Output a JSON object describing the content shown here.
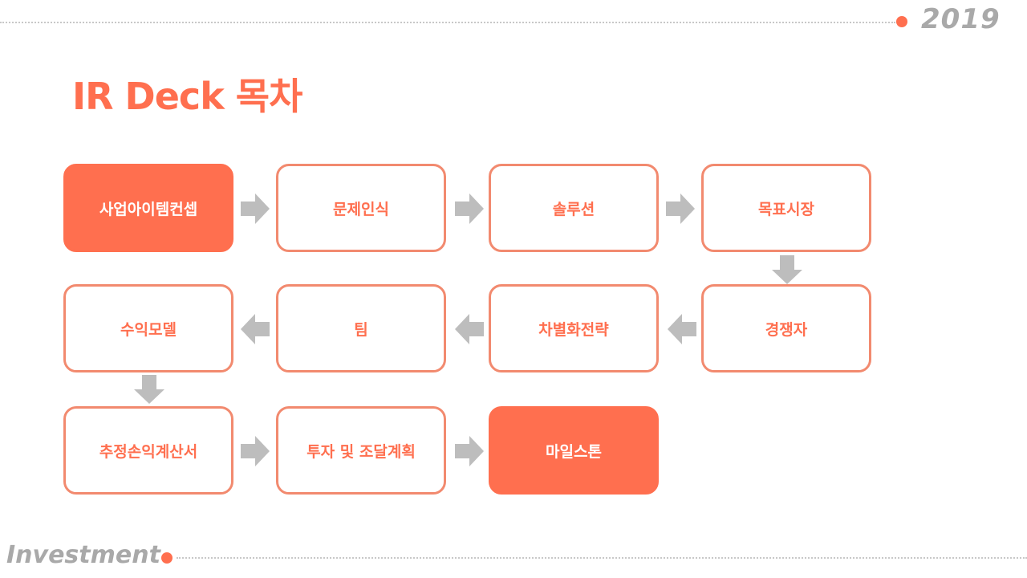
{
  "header": {
    "year": "2019"
  },
  "title": "IR Deck 목차",
  "footer": {
    "label": "Investment"
  },
  "colors": {
    "accent": "#ff6f4f",
    "border": "#f28a6f",
    "arrow": "#bdbdbd",
    "muted": "#a9a9a9"
  },
  "steps": [
    {
      "label": "사업아이템컨셉",
      "highlighted": true
    },
    {
      "label": "문제인식",
      "highlighted": false
    },
    {
      "label": "솔루션",
      "highlighted": false
    },
    {
      "label": "목표시장",
      "highlighted": false
    },
    {
      "label": "경쟁자",
      "highlighted": false
    },
    {
      "label": "차별화전략",
      "highlighted": false
    },
    {
      "label": "팀",
      "highlighted": false
    },
    {
      "label": "수익모델",
      "highlighted": false
    },
    {
      "label": "추정손익계산서",
      "highlighted": false
    },
    {
      "label": "투자 및 조달계획",
      "highlighted": false
    },
    {
      "label": "마일스톤",
      "highlighted": true
    }
  ]
}
